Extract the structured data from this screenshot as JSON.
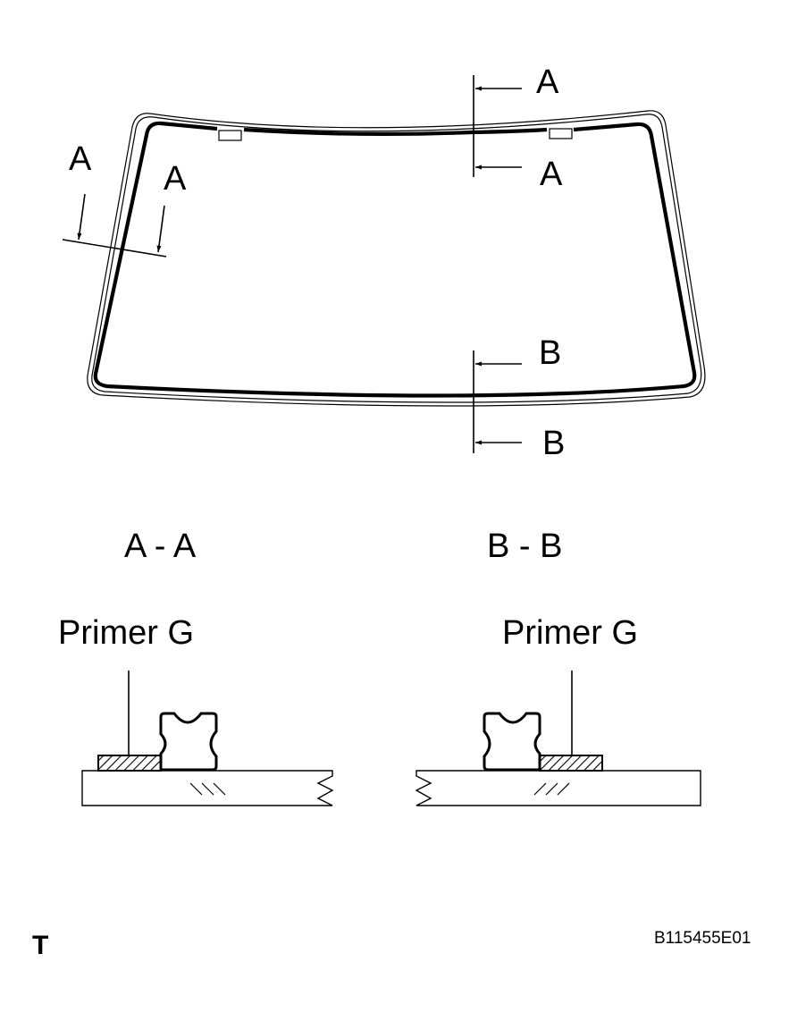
{
  "windshield": {
    "section_a_mark": "A",
    "section_b_mark": "B"
  },
  "sections": {
    "a_title": "A - A",
    "b_title": "B - B",
    "a_primer_label": "Primer G",
    "b_primer_label": "Primer G"
  },
  "footer": {
    "corner_mark": "T",
    "figure_code": "B115455E01"
  }
}
